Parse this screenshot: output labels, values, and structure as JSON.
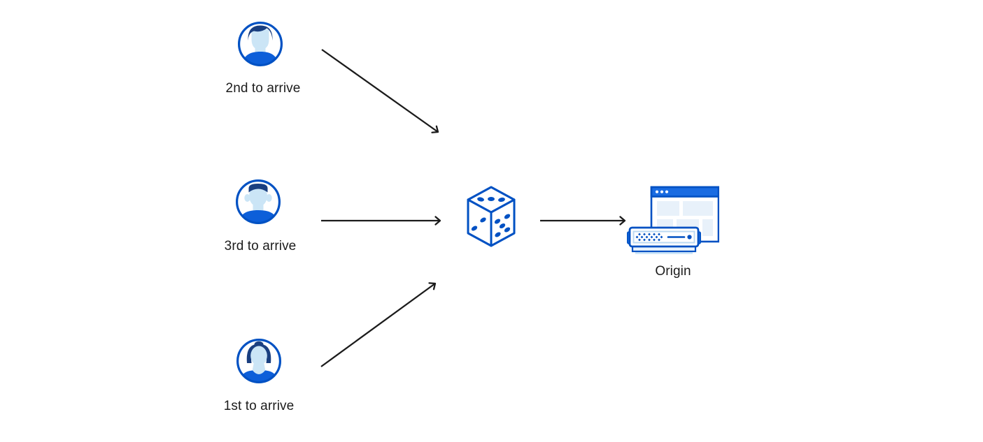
{
  "diagram": {
    "visitors": [
      {
        "label": "2nd to arrive",
        "icon": "man-avatar-icon"
      },
      {
        "label": "3rd to arrive",
        "icon": "man-avatar-icon"
      },
      {
        "label": "1st to arrive",
        "icon": "woman-avatar-icon"
      }
    ],
    "selector": {
      "icon": "dice-icon"
    },
    "origin": {
      "label": "Origin",
      "icon": "origin-server-icon"
    },
    "edges": [
      {
        "from": "2nd to arrive",
        "to": "dice"
      },
      {
        "from": "3rd to arrive",
        "to": "dice"
      },
      {
        "from": "1st to arrive",
        "to": "dice"
      },
      {
        "from": "dice",
        "to": "Origin"
      }
    ],
    "colors": {
      "primary_blue": "#0051c3",
      "bright_blue": "#1a6ce2",
      "shirt_blue": "#0d5fd9",
      "hair_navy": "#1a3f80",
      "skin_light_blue": "#cbe5f6",
      "panel_light_blue": "#e8f1fa",
      "arrow_black": "#1b1b1b",
      "background": "#ffffff"
    }
  }
}
